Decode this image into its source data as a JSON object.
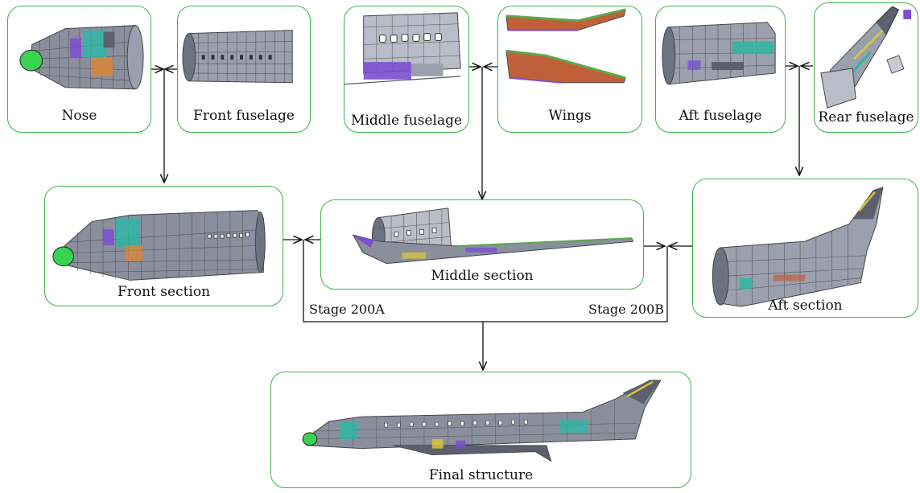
{
  "diagram": {
    "components": {
      "nose": "Nose",
      "front_fuselage": "Front fuselage",
      "middle_fuselage": "Middle fuselage",
      "wings": "Wings",
      "aft_fuselage": "Aft fuselage",
      "rear_fuselage": "Rear fuselage"
    },
    "sections": {
      "front": "Front section",
      "middle": "Middle section",
      "aft": "Aft section"
    },
    "stages": {
      "a": "Stage 200A",
      "b": "Stage 200B"
    },
    "final": "Final structure"
  },
  "colors": {
    "border": "#3bb54a",
    "nose_cone": "#39d353",
    "mesh": "#8a8f9e",
    "panel_dark": "#5b5f6e",
    "accent_teal": "#2fb5a4",
    "accent_purple": "#7b4fd0",
    "accent_orange": "#d9863a",
    "wing_red": "#c0603a",
    "wing_green": "#5aa84a"
  }
}
